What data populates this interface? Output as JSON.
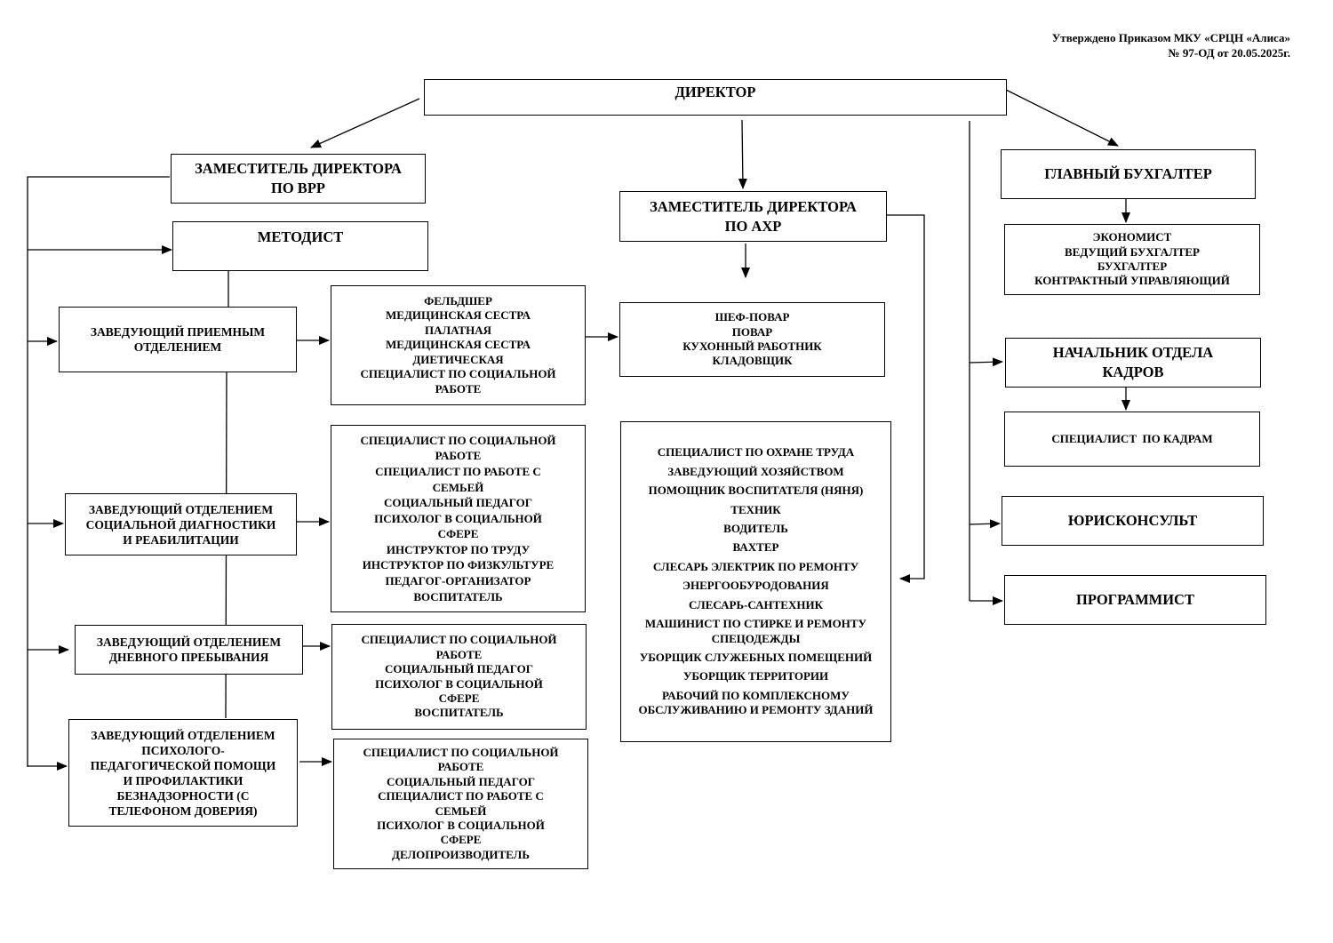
{
  "header": {
    "line1": "Утверждено Приказом МКУ «СРЦН «Алиса»",
    "line2": "№ 97-ОД от 20.05.2025г."
  },
  "director": "ДИРЕКТОР",
  "deputy_vrr": [
    "ЗАМЕСТИТЕЛЬ ДИРЕКТОРА",
    "ПО ВРР"
  ],
  "methodist": "МЕТОДИСТ",
  "head_reception": [
    "ЗАВЕДУЮЩИЙ ПРИЕМНЫМ",
    "ОТДЕЛЕНИЕМ"
  ],
  "reception_staff": [
    "ФЕЛЬДШЕР",
    "МЕДИЦИНСКАЯ СЕСТРА",
    "ПАЛАТНАЯ",
    "МЕДИЦИНСКАЯ СЕСТРА",
    "ДИЕТИЧЕСКАЯ",
    "СПЕЦИАЛИСТ ПО СОЦИАЛЬНОЙ",
    "РАБОТЕ"
  ],
  "kitchen_staff": [
    "ШЕФ-ПОВАР",
    "ПОВАР",
    "КУХОННЫЙ РАБОТНИК",
    "КЛАДОВЩИК"
  ],
  "head_diagnostics": [
    "ЗАВЕДУЮЩИЙ ОТДЕЛЕНИЕМ",
    "СОЦИАЛЬНОЙ ДИАГНОСТИКИ",
    "И РЕАБИЛИТАЦИИ"
  ],
  "diagnostics_staff": [
    "СПЕЦИАЛИСТ ПО СОЦИАЛЬНОЙ",
    "РАБОТЕ",
    "СПЕЦИАЛИСТ ПО РАБОТЕ С",
    "СЕМЬЕЙ",
    "СОЦИАЛЬНЫЙ ПЕДАГОГ",
    "ПСИХОЛОГ В СОЦИАЛЬНОЙ",
    "СФЕРЕ",
    "ИНСТРУКТОР ПО ТРУДУ",
    "ИНСТРУКТОР ПО ФИЗКУЛЬТУРЕ",
    "ПЕДАГОГ-ОРГАНИЗАТОР",
    "ВОСПИТАТЕЛЬ"
  ],
  "head_daycare": [
    "ЗАВЕДУЮЩИЙ ОТДЕЛЕНИЕМ",
    "ДНЕВНОГО ПРЕБЫВАНИЯ"
  ],
  "daycare_staff": [
    "СПЕЦИАЛИСТ ПО СОЦИАЛЬНОЙ",
    "РАБОТЕ",
    "СОЦИАЛЬНЫЙ ПЕДАГОГ",
    "ПСИХОЛОГ В СОЦИАЛЬНОЙ",
    "СФЕРЕ",
    "ВОСПИТАТЕЛЬ"
  ],
  "head_psych": [
    "ЗАВЕДУЮЩИЙ ОТДЕЛЕНИЕМ",
    "ПСИХОЛОГО-",
    "ПЕДАГОГИЧЕСКОЙ ПОМОЩИ",
    "И ПРОФИЛАКТИКИ",
    "БЕЗНАДЗОРНОСТИ (С",
    "ТЕЛЕФОНОМ ДОВЕРИЯ)"
  ],
  "psych_staff": [
    "СПЕЦИАЛИСТ ПО СОЦИАЛЬНОЙ",
    "РАБОТЕ",
    "СОЦИАЛЬНЫЙ ПЕДАГОГ",
    "СПЕЦИАЛИСТ ПО РАБОТЕ С",
    "СЕМЬЕЙ",
    "ПСИХОЛОГ В СОЦИАЛЬНОЙ",
    "СФЕРЕ",
    "ДЕЛОПРОИЗВОДИТЕЛЬ"
  ],
  "deputy_ahr": [
    "ЗАМЕСТИТЕЛЬ ДИРЕКТОРА",
    "ПО АХР"
  ],
  "ahr_staff": [
    "СПЕЦИАЛИСТ ПО ОХРАНЕ ТРУДА",
    "ЗАВЕДУЮЩИЙ ХОЗЯЙСТВОМ",
    "ПОМОЩНИК ВОСПИТАТЕЛЯ (НЯНЯ)",
    "ТЕХНИК",
    "ВОДИТЕЛЬ",
    "ВАХТЕР",
    "СЛЕСАРЬ ЭЛЕКТРИК ПО РЕМОНТУ",
    "ЭНЕРГООБУРОДОВАНИЯ",
    "СЛЕСАРЬ-САНТЕХНИК",
    "МАШИНИСТ ПО СТИРКЕ И РЕМОНТУ СПЕЦОДЕЖДЫ",
    "УБОРЩИК СЛУЖЕБНЫХ ПОМЕЩЕНИЙ",
    "УБОРЩИК ТЕРРИТОРИИ",
    "РАБОЧИЙ ПО КОМПЛЕКСНОМУ ОБСЛУЖИВАНИЮ И РЕМОНТУ ЗДАНИЙ"
  ],
  "chief_accountant": "ГЛАВНЫЙ БУХГАЛТЕР",
  "accounting_staff": [
    "ЭКОНОМИСТ",
    "ВЕДУЩИЙ БУХГАЛТЕР",
    "БУХГАЛТЕР",
    "КОНТРАКТНЫЙ УПРАВЛЯЮЩИЙ"
  ],
  "hr_head": [
    "НАЧАЛЬНИК ОТДЕЛА",
    "КАДРОВ"
  ],
  "hr_specialist": "СПЕЦИАЛИСТ  ПО КАДРАМ",
  "lawyer": "ЮРИСКОНСУЛЬТ",
  "programmer": "ПРОГРАММИСТ"
}
